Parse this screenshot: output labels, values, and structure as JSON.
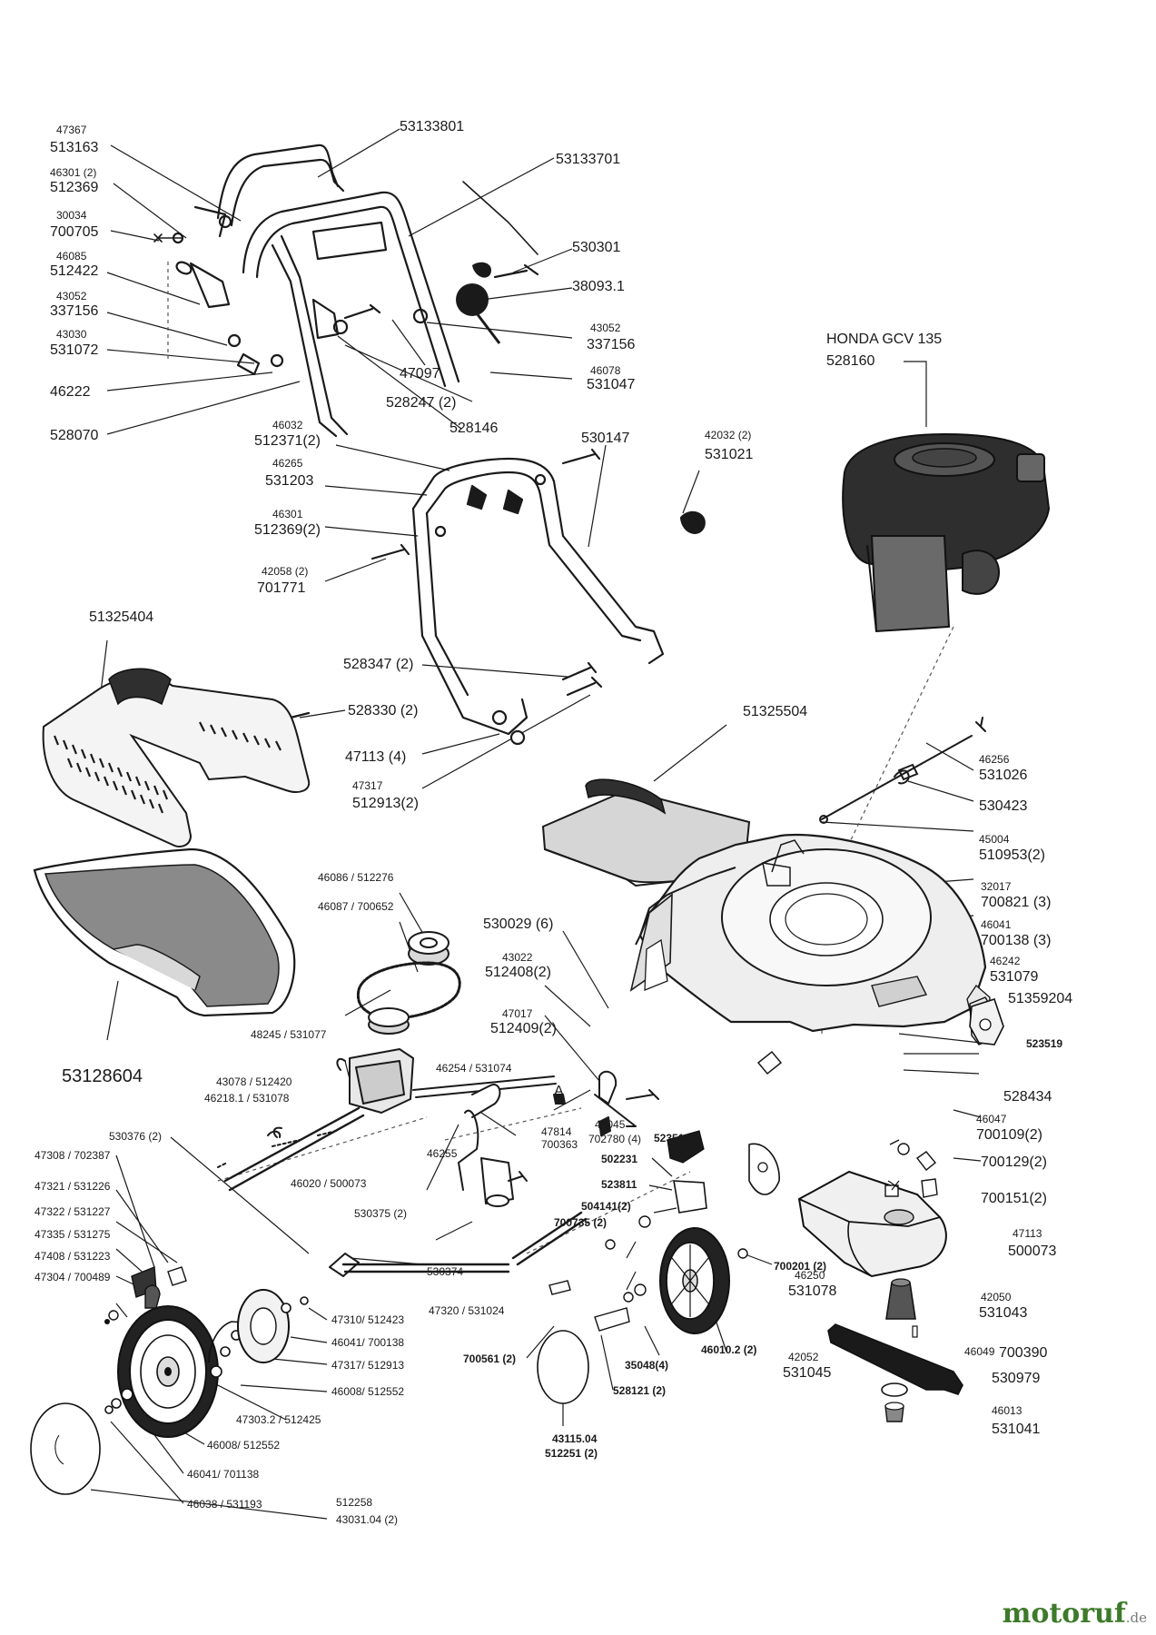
{
  "watermark": {
    "main": "motoruf",
    "tld": ".de"
  },
  "callouts": {
    "handle": [
      "47367",
      "513163",
      "53133801",
      "46301 (2)",
      "512369",
      "53133701",
      "30034",
      "700705",
      "530301",
      "46085",
      "512422",
      "38093.1",
      "43052",
      "337156",
      "43030",
      "531072",
      "46222",
      "528070",
      "47097",
      "528247 (2)",
      "528146",
      "43052",
      "337156",
      "46078",
      "531047"
    ],
    "lower_handle": [
      "46032",
      "512371(2)",
      "46265",
      "531203",
      "46301",
      "512369(2)",
      "42058 (2)",
      "701771",
      "530147",
      "42032 (2)",
      "531021",
      "528347 (2)",
      "528330 (2)",
      "47113 (4)",
      "47317",
      "512913(2)"
    ],
    "engine": [
      "HONDA GCV 135",
      "528160",
      "46256",
      "531026",
      "530423",
      "45004",
      "510953(2)",
      "32017",
      "700821 (3)",
      "46041",
      "700138 (3)",
      "46242",
      "531079",
      "51359204",
      "523519",
      "528434",
      "46047",
      "700109(2)",
      "700129(2)",
      "700151(2)"
    ],
    "catcher": [
      "51325404",
      "51325504",
      "53128604"
    ],
    "drive": [
      "46086 / 512276",
      "46087 / 700652",
      "48245 / 531077",
      "43078 / 512420",
      "46218.1 / 531078",
      "46254 / 531074",
      "530029 (6)",
      "43022",
      "512408(2)",
      "47017",
      "512409(2)",
      "43045",
      "702780 (4)",
      "A",
      "47814",
      "700363",
      "46255",
      "530376 (2)",
      "46020 / 500073",
      "530375 (2)",
      "530374",
      "47320 / 531024"
    ],
    "front_wheel": [
      "47308 / 702387",
      "47321 / 531226",
      "47322 / 531227",
      "47335 / 531275",
      "47408 / 531223",
      "47304 / 700489",
      "47310/ 512423",
      "46041/ 700138",
      "47317/ 512913",
      "46008/ 512552",
      "47303.2 / 512425",
      "46008/ 512552",
      "46041/ 701138",
      "46038 / 531193",
      "512258",
      "43031.04 (2)"
    ],
    "rear_wheel": [
      "523518",
      "502231",
      "523811",
      "504141(2)",
      "700735 (2)",
      "700201 (2)",
      "46010.2 (2)",
      "700561 (2)",
      "35048(4)",
      "528121 (2)",
      "43115.04",
      "512251 (2)"
    ],
    "blade": [
      "47113",
      "500073",
      "46250",
      "531078",
      "42050",
      "531043",
      "46049",
      "700390",
      "42052",
      "531045",
      "530979",
      "46013",
      "531041"
    ]
  }
}
